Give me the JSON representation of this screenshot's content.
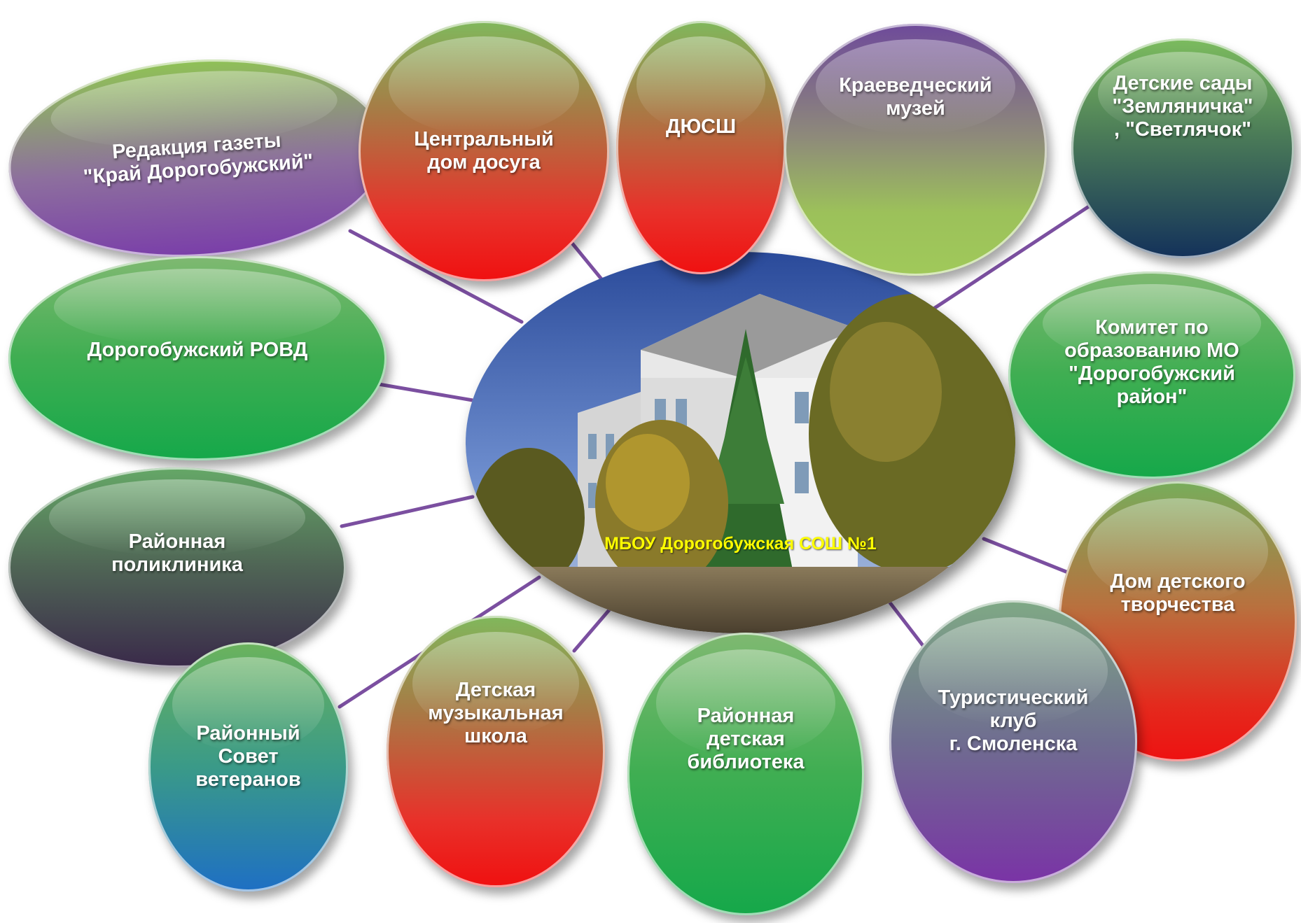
{
  "center": {
    "label": "МБОУ Дорогобужская СОШ №1"
  },
  "nodes": [
    {
      "id": "redaktsiya",
      "label": "Редакция газеты\n\"Край Дорогобужский\""
    },
    {
      "id": "dom-dosuga",
      "label": "Центральный\nдом досуга"
    },
    {
      "id": "dyussh",
      "label": "ДЮСШ"
    },
    {
      "id": "muzey",
      "label": "Краеведческий\nмузей"
    },
    {
      "id": "sady",
      "label": "Детские сады\n\"Земляничка\"\n, \"Светлячок\""
    },
    {
      "id": "rovd",
      "label": "Дорогобужский РОВД"
    },
    {
      "id": "komitet",
      "label": "Комитет  по\nобразованию МО\n\"Дорогобужский\nрайон\""
    },
    {
      "id": "poliklinika",
      "label": "Районная\nполиклиника"
    },
    {
      "id": "ddt",
      "label": "Дом детского\nтворчества"
    },
    {
      "id": "veterany",
      "label": "Районный\nСовет\nветеранов"
    },
    {
      "id": "muz-shkola",
      "label": "Детская\nмузыкальная\nшкола"
    },
    {
      "id": "biblioteka",
      "label": "Районная\nдетская\nбиблиотека"
    },
    {
      "id": "turklub",
      "label": "Туристический\nклуб\nг. Смоленска"
    }
  ],
  "colors": {
    "connector": "#7b4fa0",
    "center_label": "#ffff00",
    "node_text": "#ffffff"
  }
}
